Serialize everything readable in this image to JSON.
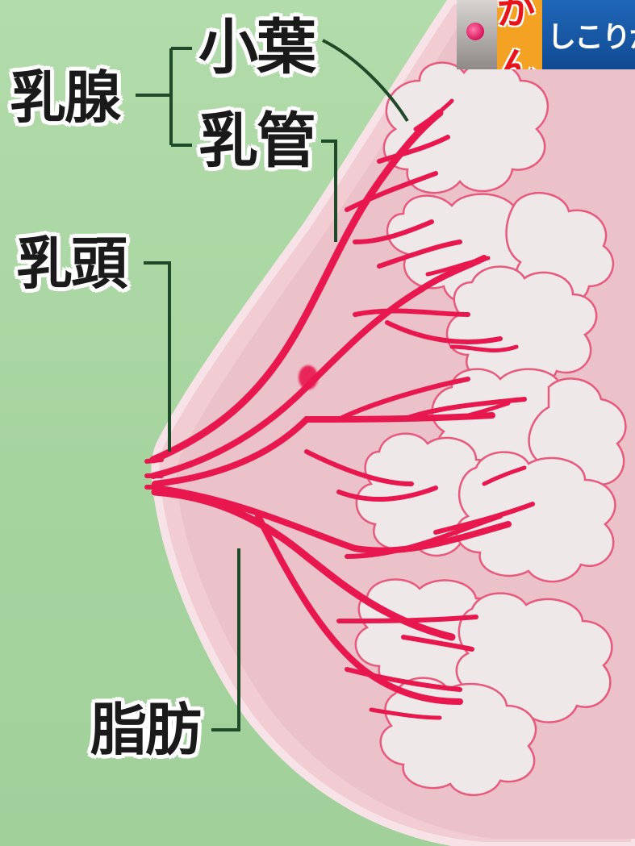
{
  "labels": {
    "mammary_gland": "乳腺",
    "lobule": "小葉",
    "duct": "乳管",
    "nipple": "乳頭",
    "fat": "脂肪"
  },
  "banner": {
    "category": "がん",
    "headline": "しこりが"
  },
  "colors": {
    "background": "#a9d7a3",
    "breast_fill": "#eec7cf",
    "duct_red": "#e8184e",
    "lobule_fill": "#efe9ea",
    "lobule_outline": "#e85a7c",
    "leader_line": "#1f4a2a"
  }
}
